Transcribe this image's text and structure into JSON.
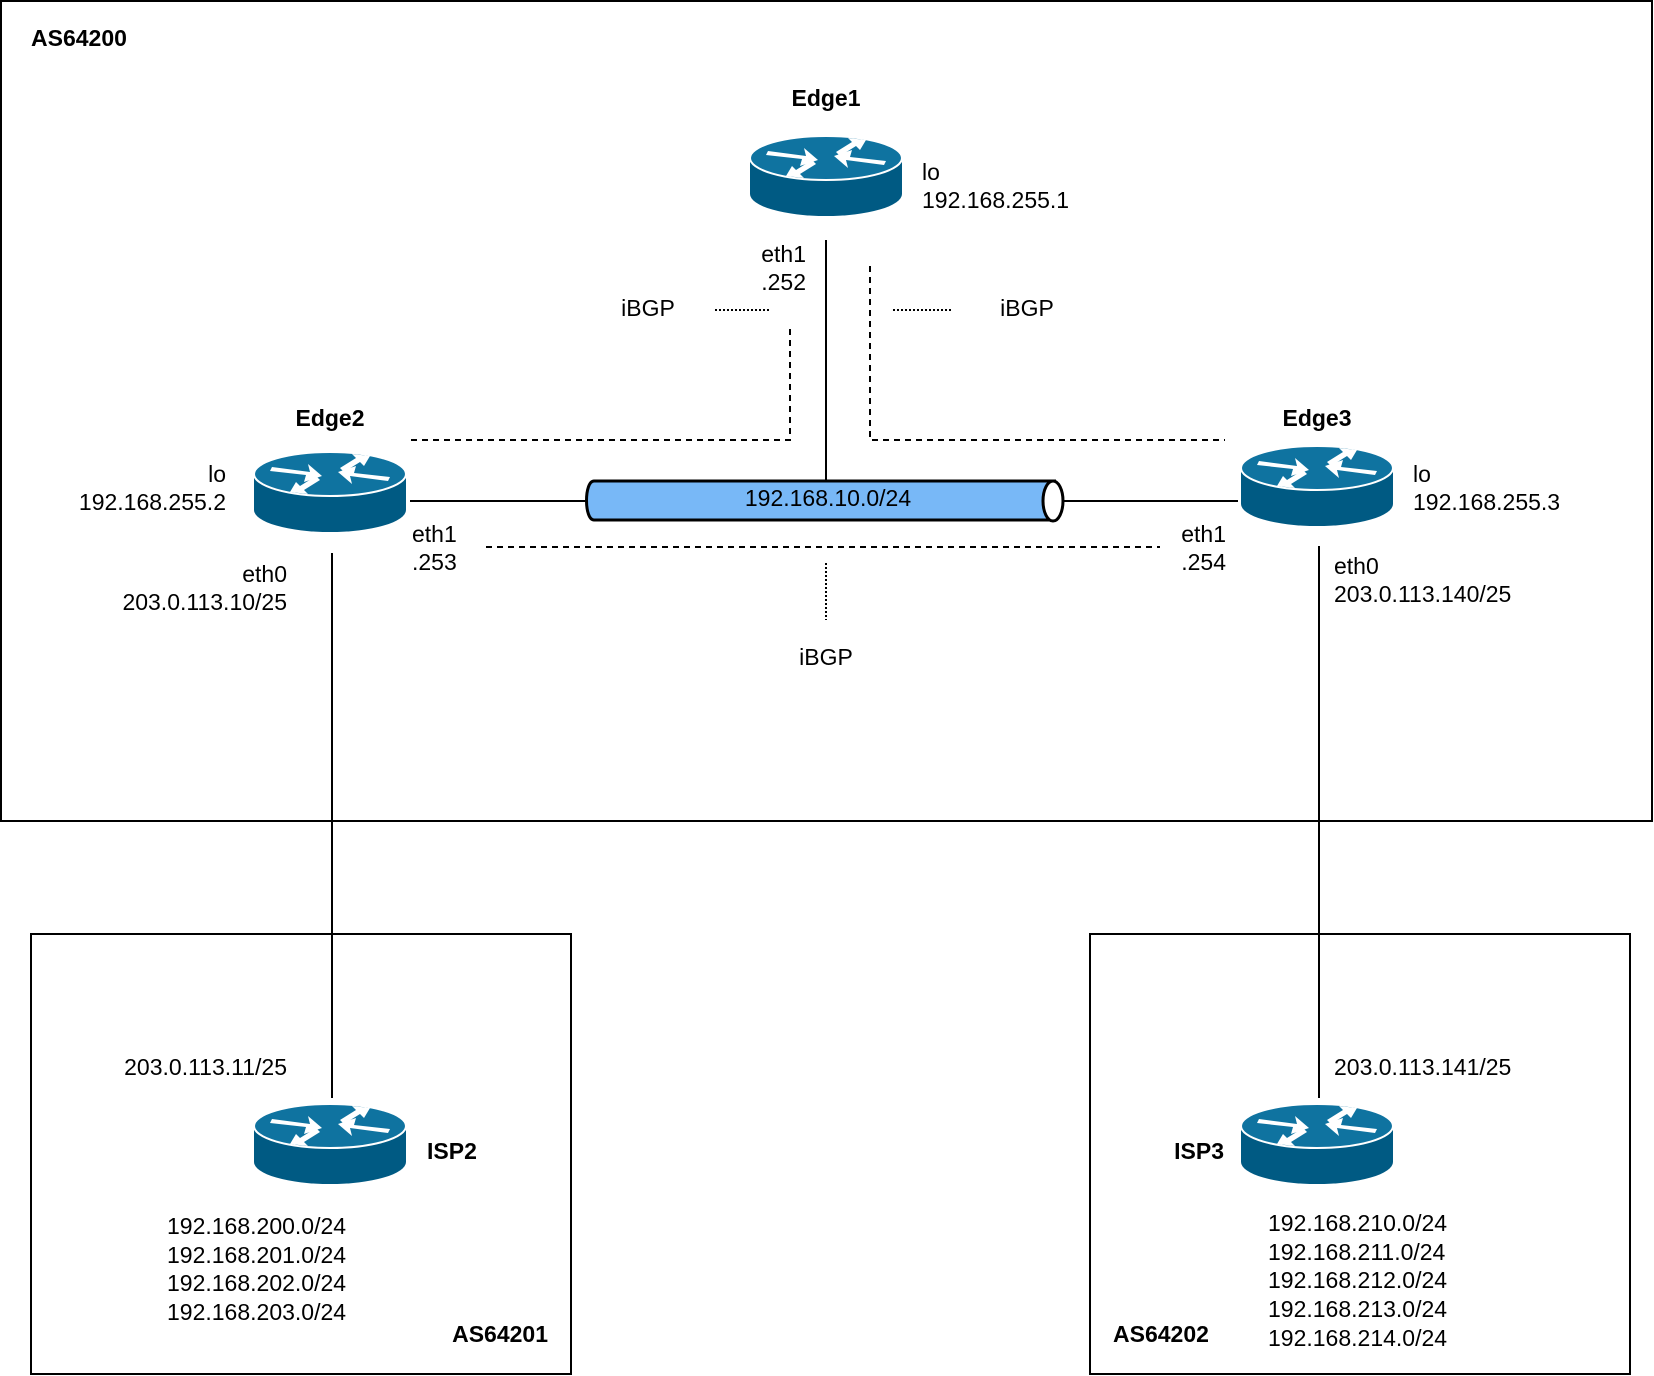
{
  "colors": {
    "router_body": "#005a83",
    "router_top": "#0f73a0",
    "router_edge": "#ffffff",
    "bus_fill": "#78b8f7",
    "line": "#000000"
  },
  "areas": {
    "as64200": "AS64200",
    "as64201": "AS64201",
    "as64202": "AS64202"
  },
  "routers": {
    "edge1": {
      "name": "Edge1",
      "icon": "router-icon",
      "lo_label": "lo",
      "lo_ip": "192.168.255.1",
      "eth1_label": "eth1",
      "eth1_ip": ".252"
    },
    "edge2": {
      "name": "Edge2",
      "icon": "router-icon",
      "lo_label": "lo",
      "lo_ip": "192.168.255.2",
      "eth1_label": "eth1",
      "eth1_ip": ".253",
      "eth0_label": "eth0",
      "eth0_ip": "203.0.113.10/25"
    },
    "edge3": {
      "name": "Edge3",
      "icon": "router-icon",
      "lo_label": "lo",
      "lo_ip": "192.168.255.3",
      "eth1_label": "eth1",
      "eth1_ip": ".254",
      "eth0_label": "eth0",
      "eth0_ip": "203.0.113.140/25"
    },
    "isp2": {
      "name": "ISP2",
      "icon": "router-icon",
      "ip": "203.0.113.11/25",
      "networks": [
        "192.168.200.0/24",
        "192.168.201.0/24",
        "192.168.202.0/24",
        "192.168.203.0/24"
      ]
    },
    "isp3": {
      "name": "ISP3",
      "icon": "router-icon",
      "ip": "203.0.113.141/25",
      "networks": [
        "192.168.210.0/24",
        "192.168.211.0/24",
        "192.168.212.0/24",
        "192.168.213.0/24",
        "192.168.214.0/24"
      ]
    }
  },
  "bus": {
    "label": "192.168.10.0/24"
  },
  "ibgp": {
    "left": "iBGP",
    "right": "iBGP",
    "bottom": "iBGP"
  }
}
